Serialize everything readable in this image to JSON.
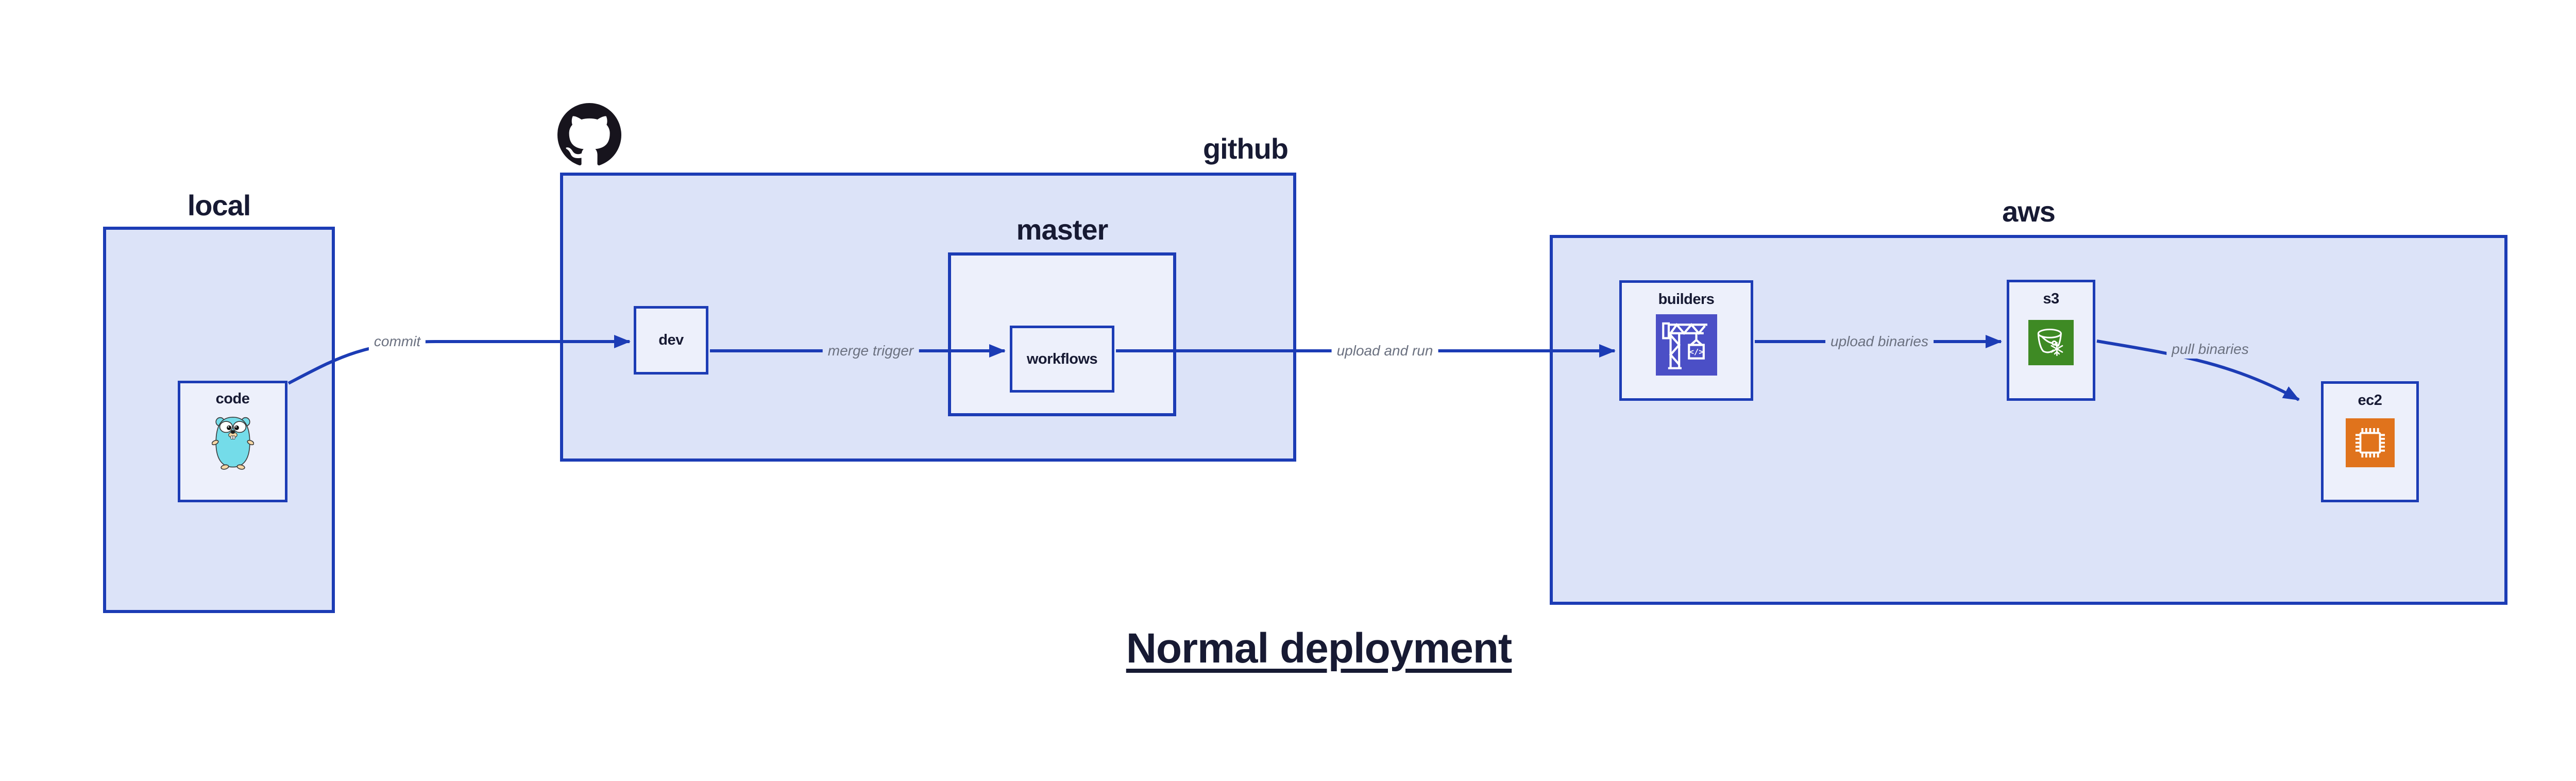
{
  "title": {
    "text": "Normal deployment"
  },
  "groups": {
    "local": {
      "label": "local"
    },
    "github": {
      "label": "github"
    },
    "master": {
      "label": "master"
    },
    "aws": {
      "label": "aws"
    }
  },
  "nodes": {
    "code": {
      "label": "code",
      "icon": "go-gopher-icon"
    },
    "dev": {
      "label": "dev"
    },
    "workflows": {
      "label": "workflows"
    },
    "builders": {
      "label": "builders",
      "icon": "aws-codebuild-crane-icon"
    },
    "s3": {
      "label": "s3",
      "icon": "aws-s3-glacier-bucket-icon"
    },
    "ec2": {
      "label": "ec2",
      "icon": "aws-ec2-chip-icon"
    }
  },
  "edges": {
    "commit": {
      "label": "commit"
    },
    "merge_trigger": {
      "label": "merge trigger"
    },
    "upload_and_run": {
      "label": "upload and run"
    },
    "upload_binaries": {
      "label": "upload binaries"
    },
    "pull_binaries": {
      "label": "pull binaries"
    }
  },
  "logos": {
    "github_mark": "github-octocat-icon"
  },
  "colors": {
    "stroke_blue": "#1c3cb5",
    "panel_fill": "#dce3f8",
    "node_fill": "#edf0fb",
    "text_navy": "#171a33",
    "edge_label_gray": "#6b7180",
    "codebuild_purple": "#4b4fc6",
    "s3_green": "#3e8a24",
    "ec2_orange": "#e0731c",
    "octocat_black": "#17141d",
    "gopher_teal": "#74dce9",
    "gopher_beige": "#f6d7a5"
  }
}
